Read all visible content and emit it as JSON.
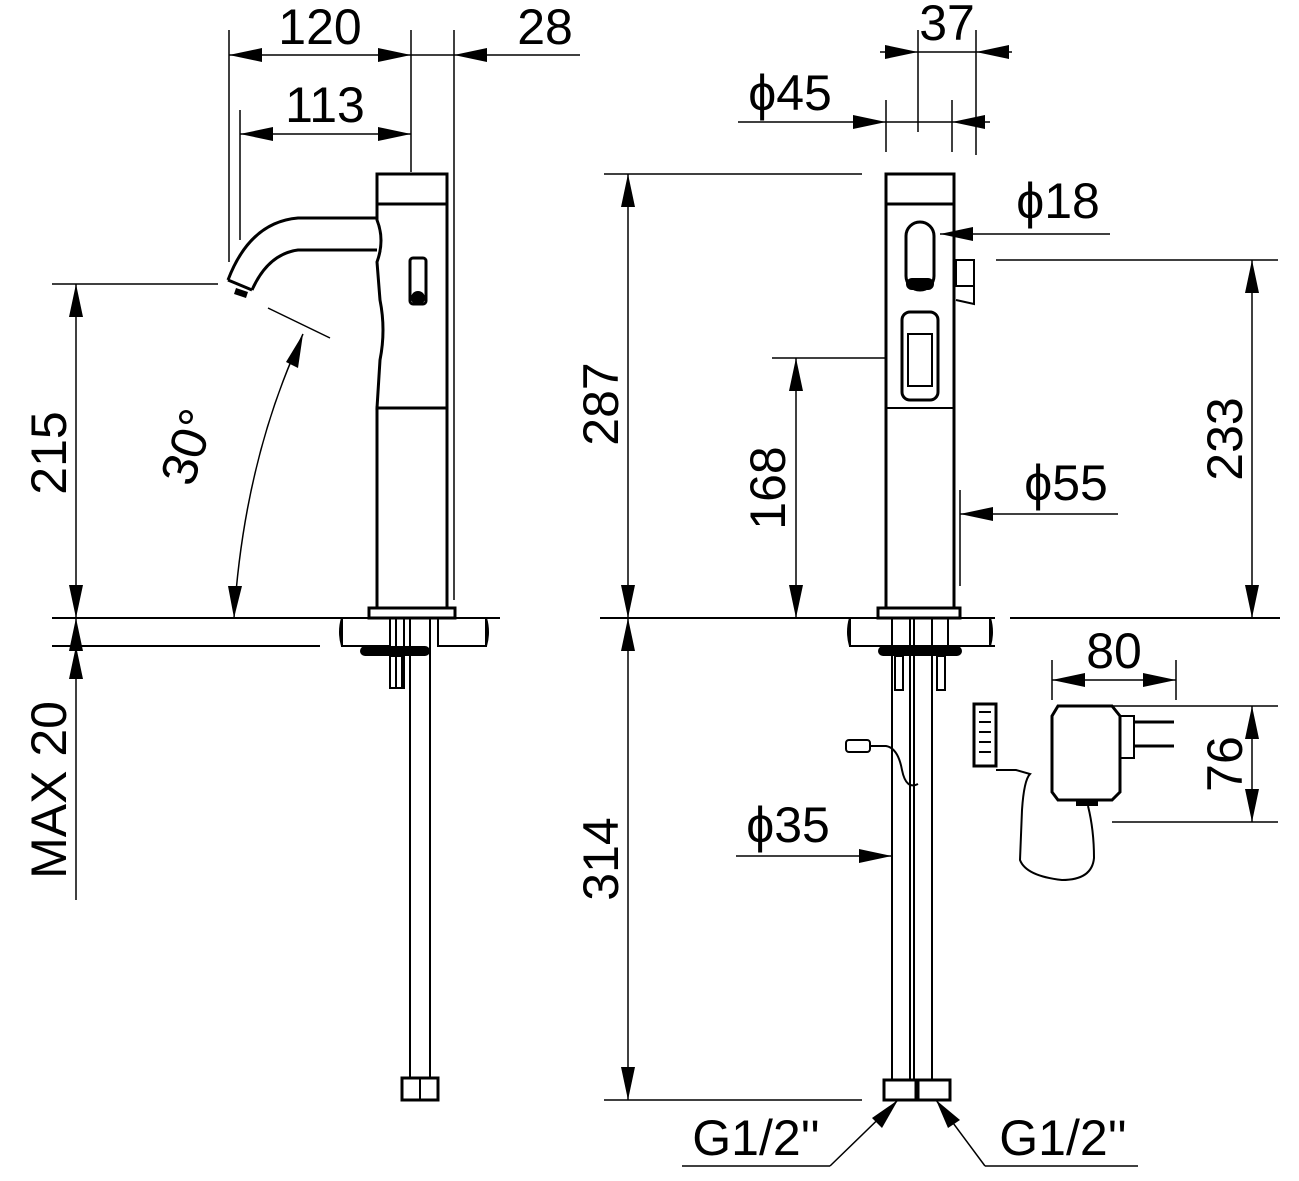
{
  "colors": {
    "ink": "#000000",
    "paper": "#ffffff"
  },
  "side_view": {
    "dims": {
      "spout_reach": "120",
      "body_offset": "28",
      "outlet_reach": "113",
      "outlet_height": "215",
      "angle": "30°",
      "max_thickness": "MAX 20"
    }
  },
  "front_view": {
    "dims": {
      "top_width": "37",
      "body_diameter": "ϕ45",
      "sensor_diameter": "ϕ18",
      "total_height": "287",
      "sensor_height": "168",
      "lever_height": "233",
      "base_diameter": "ϕ55",
      "hose_length": "314",
      "hose_diameter": "ϕ35",
      "thread_left": "G1/2''",
      "thread_right": "G1/2''"
    }
  },
  "power_supply": {
    "dims": {
      "width": "80",
      "height": "76"
    }
  }
}
